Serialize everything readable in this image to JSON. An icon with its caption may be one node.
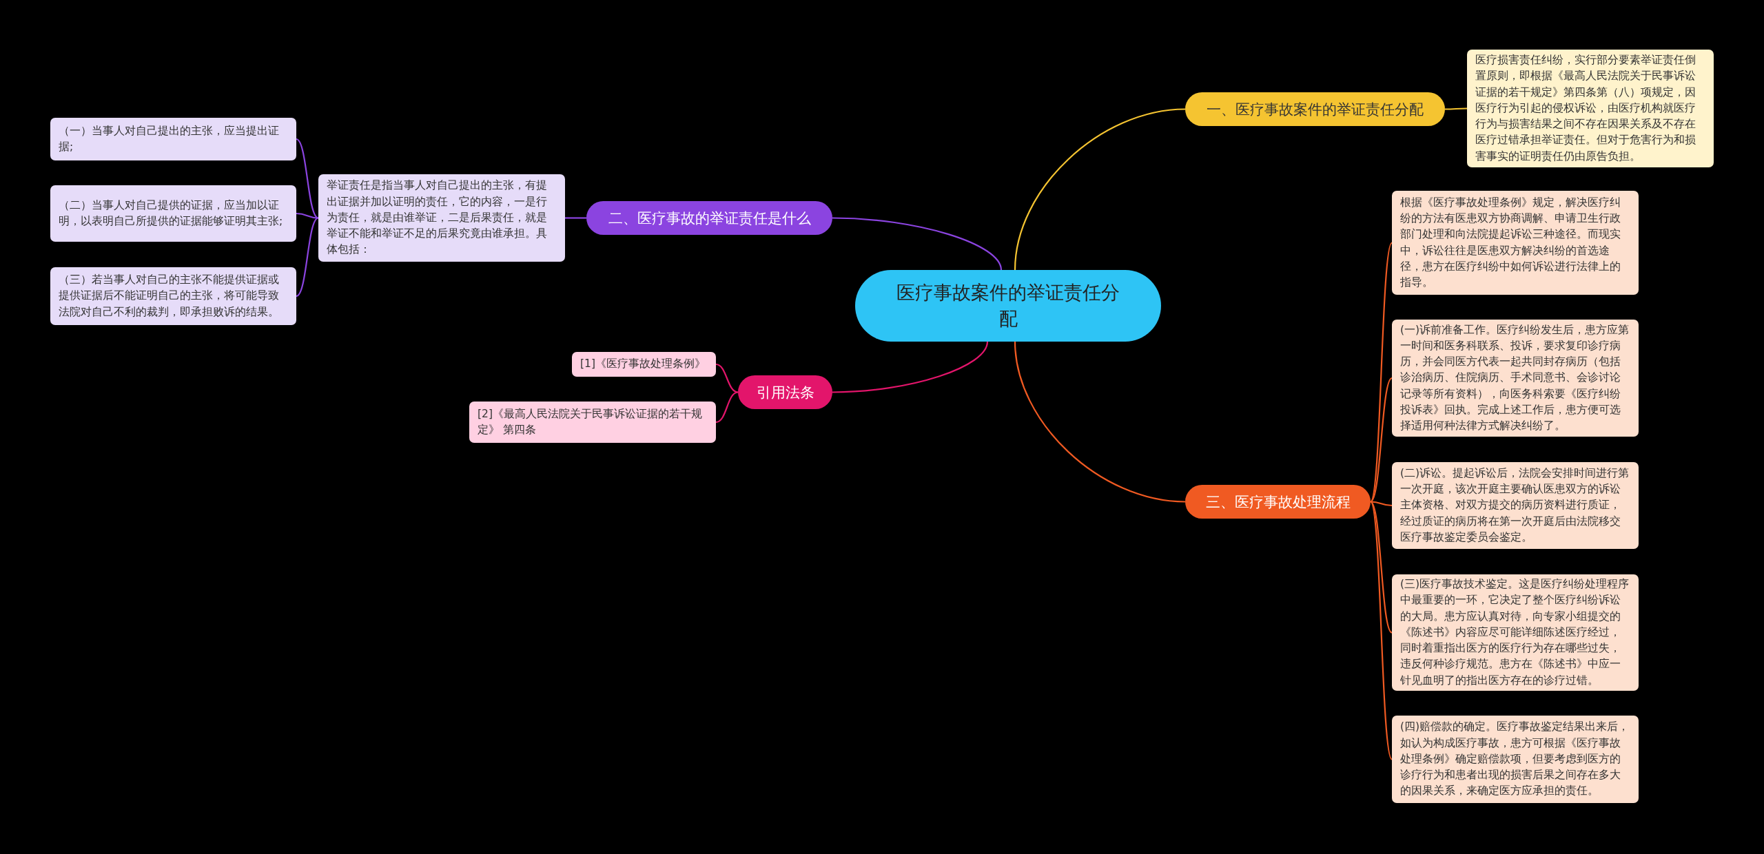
{
  "diagram": {
    "nodes": [
      {
        "text": [
          "医疗事故案件的举证责任分配"
        ]
      },
      {
        "text": [
          "一、医疗事故案件的举证责任分配"
        ]
      },
      {
        "text": [
          "医疗损害责任纠纷，实行部分要素举证责任倒置原则，即根据《最高人民法院关于民事诉讼证据的若干规定》第四条第（八）项规定，因医疗行为引起的侵权诉讼，由医疗机构就医疗行为与损害结果之间不存在因果关系及不存在医疗过错承担举证责任。但对于危害行为和损害事实的证明责任仍由原告负担。"
        ]
      },
      {
        "text": [
          "二、医疗事故的举证责任是什么"
        ]
      },
      {
        "text": [
          "举证责任是指当事人对自己提出的主张，有提出证据并加以证明的责任，它的内容，一是行为责任，就是由谁举证，二是后果责任，就是举证不能和举证不足的后果究竟由谁承担。具体包括："
        ]
      },
      {
        "text": [
          "（一）当事人对自己提出的主张，应当提出证据;"
        ]
      },
      {
        "text": [
          "（二）当事人对自己提供的证据，应当加以证明，以表明自己所提供的证据能够证明其主张;"
        ]
      },
      {
        "text": [
          "（三）若当事人对自己的主张不能提供证据或提供证据后不能证明自己的主张，将可能导致法院对自己不利的裁判，即承担败诉的结果。"
        ]
      },
      {
        "text": [
          "引用法条"
        ]
      },
      {
        "text": [
          "[1]《医疗事故处理条例》"
        ]
      },
      {
        "text": [
          "[2]《最高人民法院关于民事诉讼证据的若干规定》 第四条"
        ]
      },
      {
        "text": [
          "三、医疗事故处理流程"
        ]
      },
      {
        "text": [
          "根据《医疗事故处理条例》规定，解决医疗纠纷的方法有医患双方协商调解、申请卫生行政部门处理和向法院提起诉讼三种途径。而现实中，诉讼往往是医患双方解决纠纷的首选途径，患方在医疗纠纷中如何诉讼进行法律上的指导。"
        ]
      },
      {
        "text": [
          "(一)诉前准备工作。医疗纠纷发生后，患方应第一时间和医务科联系、投诉，要求复印诊疗病历，并会同医方代表一起共同封存病历（包括诊治病历、住院病历、手术同意书、会诊讨论记录等所有资料），向医务科索要《医疗纠纷投诉表》回执。完成上述工作后，患方便可选择适用何种法律方式解决纠纷了。"
        ]
      },
      {
        "text": [
          "(二)诉讼。提起诉讼后，法院会安排时间进行第一次开庭，该次开庭主要确认医患双方的诉讼主体资格、对双方提交的病历资料进行质证，经过质证的病历将在第一次开庭后由法院移交医疗事故鉴定委员会鉴定。"
        ]
      },
      {
        "text": [
          "(三)医疗事故技术鉴定。这是医疗纠纷处理程序中最重要的一环，它决定了整个医疗纠纷诉讼的大局。患方应认真对待，向专家小组提交的《陈述书》内容应尽可能详细陈述医疗经过，同时着重指出医方的医疗行为存在哪些过失，违反何种诊疗规范。患方在《陈述书》中应一针见血明了的指出医方存在的诊疗过错。"
        ]
      },
      {
        "text": [
          "(四)赔偿款的确定。医疗事故鉴定结果出来后，如认为构成医疗事故，患方可根据《医疗事故处理条例》确定赔偿款项，但要考虑到医方的诊疗行为和患者出现的损害后果之间存在多大的因果关系，来确定医方应承担的责任。"
        ]
      }
    ],
    "edges": [
      {
        "from": 0,
        "to": 1,
        "arrow": "none",
        "color": "#f5c431"
      },
      {
        "from": 1,
        "to": 2,
        "arrow": "none",
        "color": "#f5c431"
      },
      {
        "from": 0,
        "to": 3,
        "arrow": "none",
        "color": "#8b44e0"
      },
      {
        "from": 3,
        "to": 4,
        "arrow": "none",
        "color": "#8b44e0"
      },
      {
        "from": 4,
        "to": 5,
        "arrow": "none",
        "color": "#8b44e0"
      },
      {
        "from": 4,
        "to": 6,
        "arrow": "none",
        "color": "#8b44e0"
      },
      {
        "from": 4,
        "to": 7,
        "arrow": "none",
        "color": "#8b44e0"
      },
      {
        "from": 0,
        "to": 8,
        "arrow": "none",
        "color": "#e3156b"
      },
      {
        "from": 8,
        "to": 9,
        "arrow": "none",
        "color": "#e3156b"
      },
      {
        "from": 8,
        "to": 10,
        "arrow": "none",
        "color": "#e3156b"
      },
      {
        "from": 0,
        "to": 11,
        "arrow": "none",
        "color": "#f05a22"
      },
      {
        "from": 11,
        "to": 12,
        "arrow": "none",
        "color": "#f05a22"
      },
      {
        "from": 11,
        "to": 13,
        "arrow": "none",
        "color": "#f05a22"
      },
      {
        "from": 11,
        "to": 14,
        "arrow": "none",
        "color": "#f05a22"
      },
      {
        "from": 11,
        "to": 15,
        "arrow": "none",
        "color": "#f05a22"
      },
      {
        "from": 11,
        "to": 16,
        "arrow": "none",
        "color": "#f05a22"
      }
    ]
  }
}
